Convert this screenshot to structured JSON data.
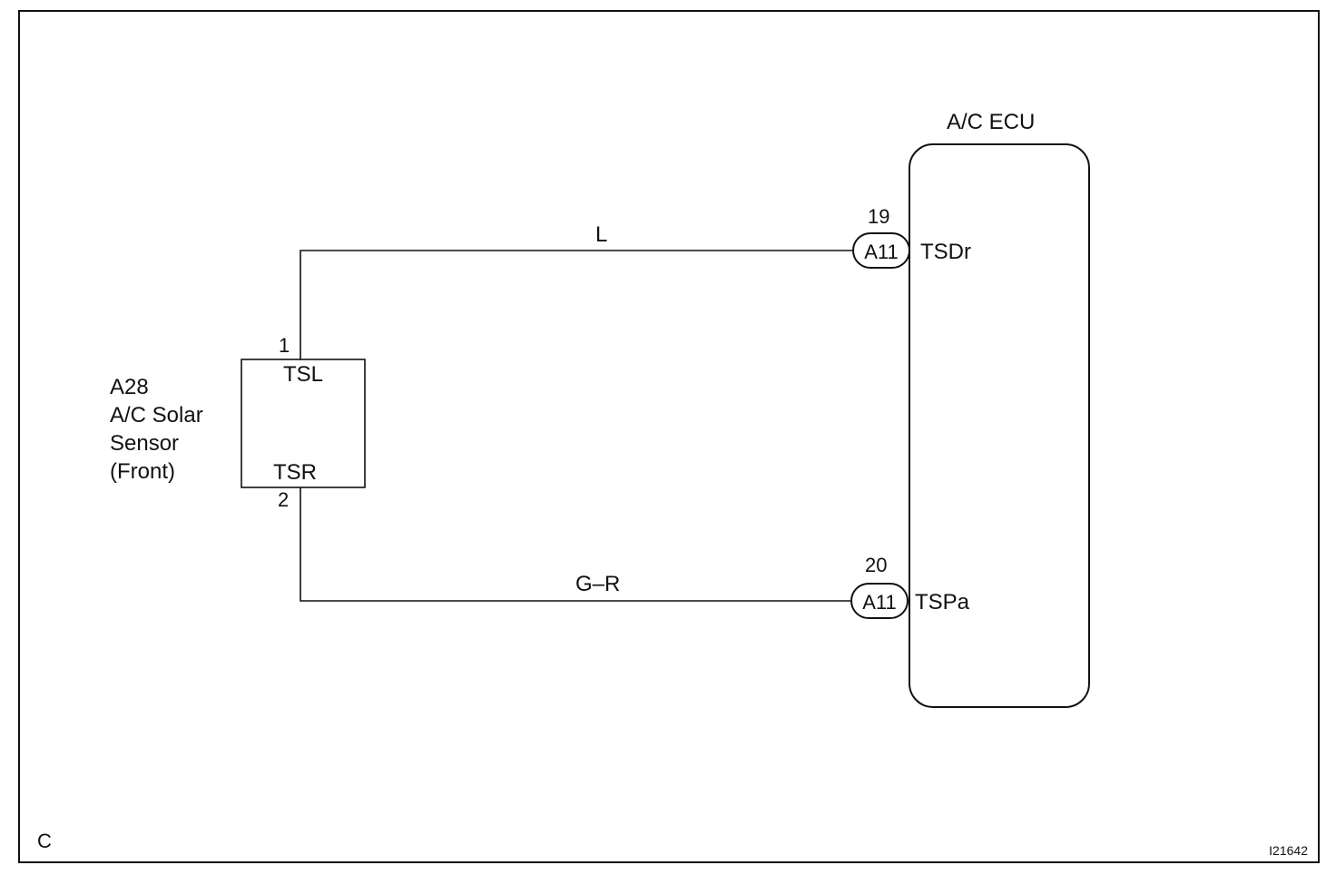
{
  "sensor": {
    "code": "A28",
    "name_line1": "A/C Solar",
    "name_line2": "Sensor",
    "name_line3": "(Front)",
    "pin1_number": "1",
    "pin1_name": "TSL",
    "pin2_number": "2",
    "pin2_name": "TSR"
  },
  "ecu": {
    "title": "A/C ECU",
    "connector1": {
      "pin_number": "19",
      "connector_code": "A11",
      "terminal": "TSDr"
    },
    "connector2": {
      "pin_number": "20",
      "connector_code": "A11",
      "terminal": "TSPa"
    }
  },
  "wires": {
    "upper_color": "L",
    "lower_color": "G–R"
  },
  "corner_letter": "C",
  "figure_id": "I21642"
}
